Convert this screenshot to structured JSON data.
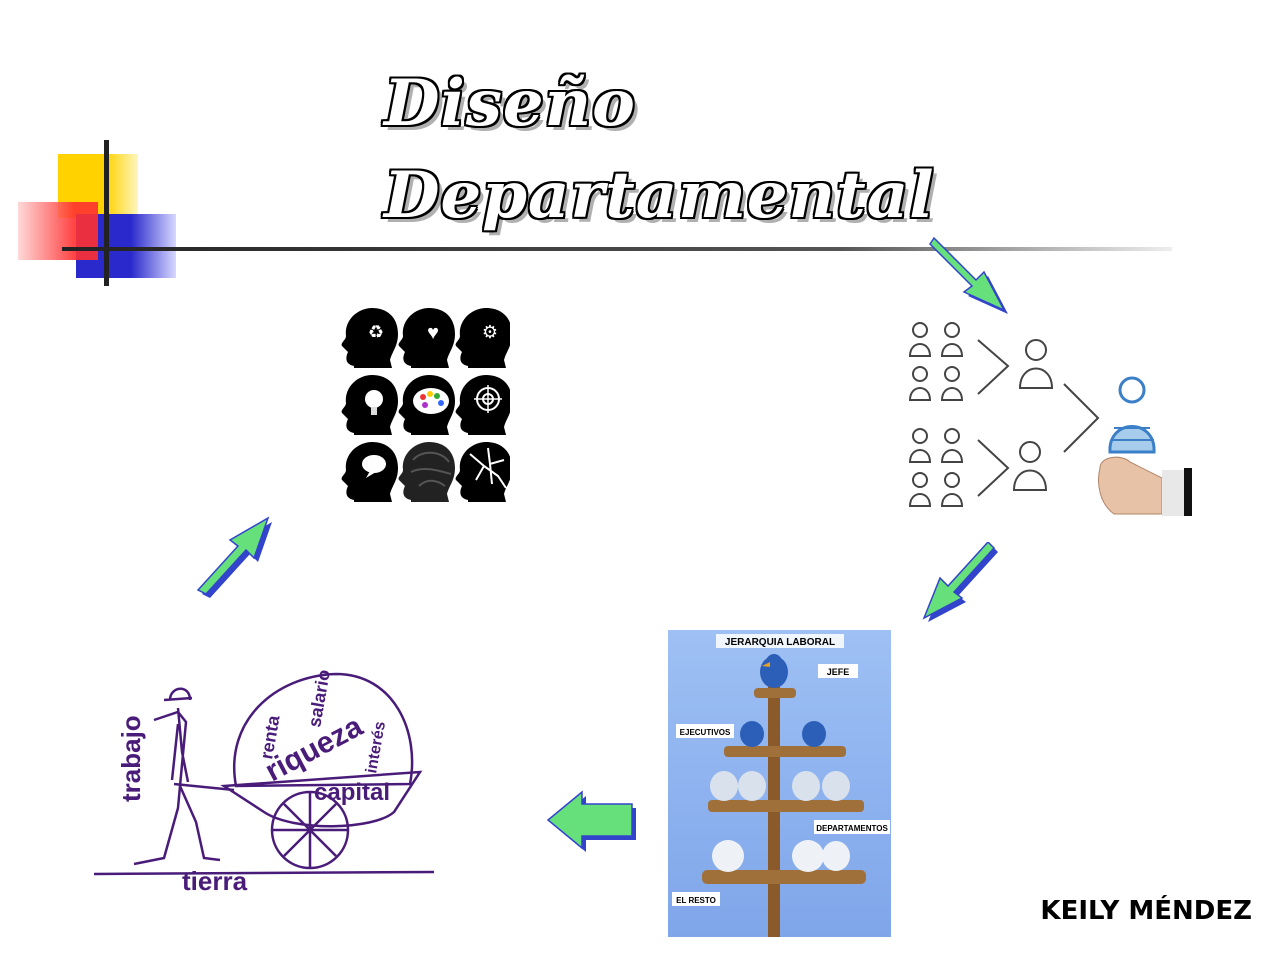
{
  "slide": {
    "title_line1": "Diseño",
    "title_line2": "Departamental",
    "author": "KEILY MÉNDEZ"
  },
  "hierarchy_image": {
    "heading": "JERARQUIA LABORAL",
    "label_top": "JEFE",
    "label_exec": "EJECUTIVOS",
    "label_dept": "DEPARTAMENTOS",
    "label_rest": "EL RESTO"
  },
  "wealth_image": {
    "word_trabajo": "trabajo",
    "word_renta": "renta",
    "word_salario": "salario",
    "word_riqueza": "riqueza",
    "word_interes": "interés",
    "word_capital": "capital",
    "word_tierra": "tierra"
  },
  "colors": {
    "arrow_fill": "#66e07a",
    "arrow_stroke": "#3344cc",
    "accent_yellow": "#ffd200",
    "accent_red": "#ff3030",
    "accent_blue": "#2a2acc",
    "ink_purple": "#4a1c7a",
    "sky_blue": "#8fb5f2"
  },
  "icons": {
    "heads": [
      "recycle-icon",
      "heart-icon",
      "gears-icon",
      "lightbulb-icon",
      "palette-icon",
      "target-icon",
      "speech-bubble-icon",
      "brain-icon",
      "shattered-icon"
    ]
  }
}
